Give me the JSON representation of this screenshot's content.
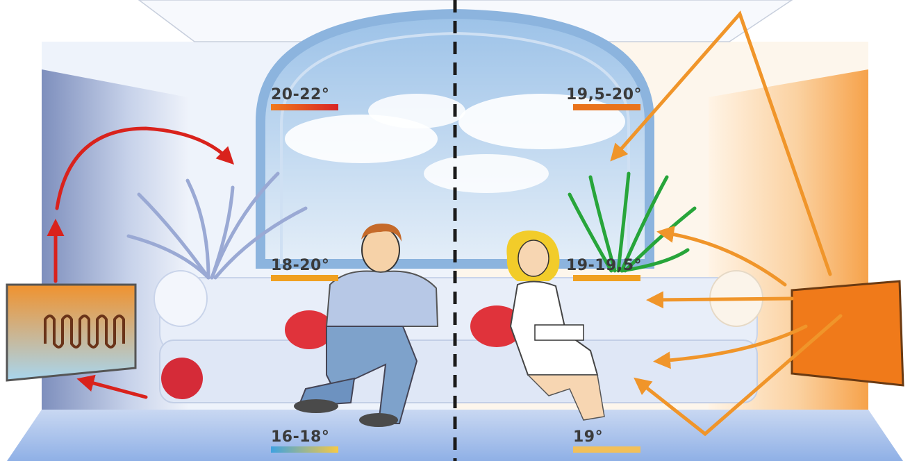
{
  "diagram": {
    "left_side": {
      "heating": "convector",
      "labels": {
        "ceiling": "20-22°",
        "middle": "18-20°",
        "floor": "16-18°"
      },
      "colors": {
        "arrow": "#d9221c",
        "wall": "#8f9ec7",
        "ceiling_bar": "#e05a1c",
        "middle_bar": "#f0a020",
        "floor_bar_start": "#4fa8e0",
        "floor_bar_end": "#f5c842"
      }
    },
    "right_side": {
      "heating": "infrared panel",
      "labels": {
        "ceiling": "19,5-20°",
        "middle": "19-19,5°",
        "floor": "19°"
      },
      "colors": {
        "arrow": "#f0952a",
        "panel": "#f07a1a",
        "wall": "#f9c58a",
        "ceiling_bar": "#e9731c",
        "middle_bar": "#f0a020",
        "floor_bar": "#f2c05a"
      }
    },
    "divider_color": "#1a1a1a"
  }
}
